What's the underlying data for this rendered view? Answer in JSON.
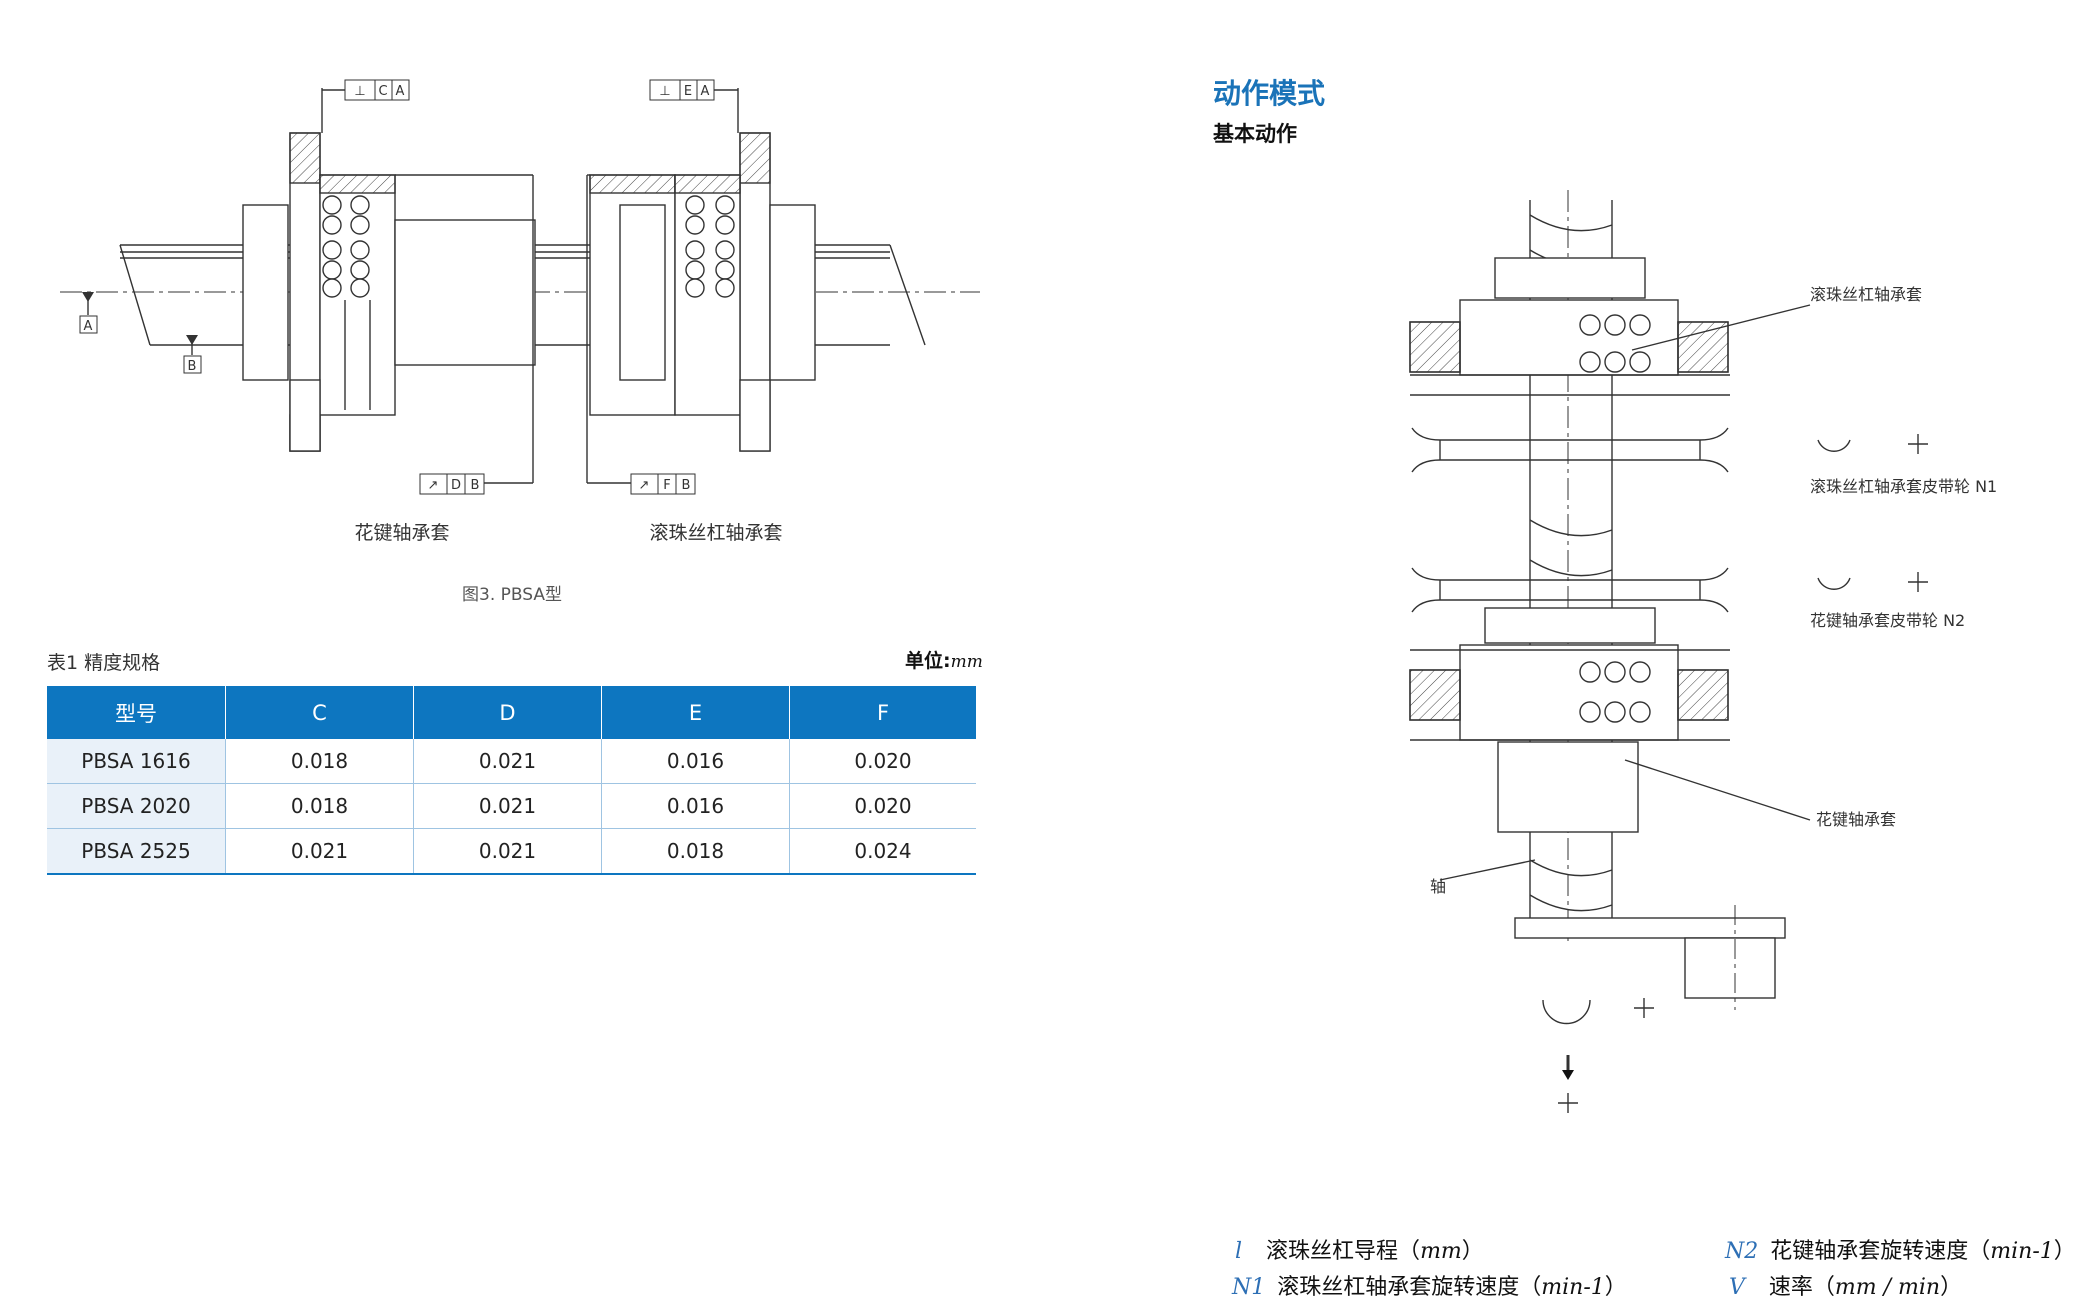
{
  "left_figure": {
    "tol_frame_1": [
      "⊥",
      "C",
      "A"
    ],
    "tol_frame_2": [
      "⊥",
      "E",
      "A"
    ],
    "tol_frame_3": [
      "↗",
      "D",
      "B"
    ],
    "tol_frame_4": [
      "↗",
      "F",
      "B"
    ],
    "datum_a": "A",
    "datum_b": "B",
    "label_spline": "花键轴承套",
    "label_ballscrew": "滚珠丝杠轴承套",
    "caption": "图3. PBSA型"
  },
  "table": {
    "title": "表1 精度规格",
    "unit_prefix": "单位:",
    "unit_value": "mm",
    "headers": [
      "型号",
      "C",
      "D",
      "E",
      "F"
    ],
    "rows": [
      [
        "PBSA 1616",
        "0.018",
        "0.021",
        "0.016",
        "0.020"
      ],
      [
        "PBSA 2020",
        "0.018",
        "0.021",
        "0.016",
        "0.020"
      ],
      [
        "PBSA 2525",
        "0.021",
        "0.021",
        "0.018",
        "0.024"
      ]
    ]
  },
  "right": {
    "section_title": "动作模式",
    "section_subtitle": "基本动作",
    "label_ballscrew_nut": "滚珠丝杠轴承套",
    "label_pulley_n1": "滚珠丝杠轴承套皮带轮  N1",
    "label_pulley_n2": "花键轴承套皮带轮  N2",
    "label_spline_nut": "花键轴承套",
    "label_shaft": "轴"
  },
  "legend": {
    "l": {
      "sym": "l",
      "text": "滚珠丝杠导程（",
      "unit": "mm",
      "close": "）"
    },
    "n1": {
      "sym": "N1",
      "text": "滚珠丝杠轴承套旋转速度（",
      "unit": "min-1",
      "close": "）"
    },
    "n2": {
      "sym": "N2",
      "text": "花键轴承套旋转速度（",
      "unit": "min-1",
      "close": "）"
    },
    "v": {
      "sym": "V",
      "text": "速率（",
      "unit": "mm / min",
      "close": "）"
    }
  }
}
